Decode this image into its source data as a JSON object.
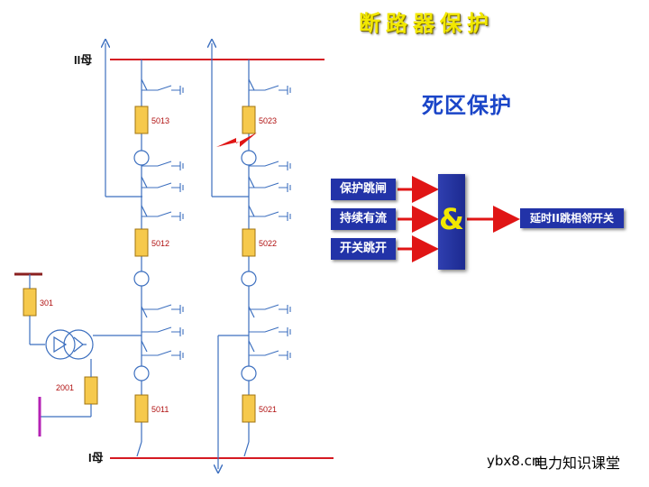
{
  "title": "断路器保护",
  "subtitle": "死区保护",
  "bus_labels": {
    "bus2": "II母",
    "bus1": "I母"
  },
  "breakers": {
    "b5013": "5013",
    "b5023": "5023",
    "b5012": "5012",
    "b5022": "5022",
    "b5011": "5011",
    "b5021": "5021",
    "b301": "301",
    "b2001": "2001"
  },
  "logic": {
    "input1": "保护跳闸",
    "input2": "持续有流",
    "input3": "开关跳开",
    "gate": "&",
    "output": "延时II跳相邻开关"
  },
  "watermark": {
    "site": "ybx8.cn",
    "channel": "电力知识课堂"
  },
  "colors": {
    "wire": "#3c6fbf",
    "bus": "#d51a22",
    "breaker": "#f6c94c",
    "box": "#2233a8",
    "arrow": "#e01515",
    "fault": "#e01515",
    "bus_stub": "#b422b4"
  }
}
